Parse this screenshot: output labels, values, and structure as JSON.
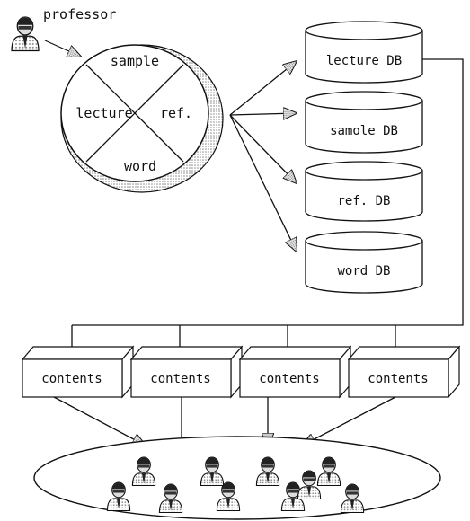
{
  "actor": {
    "label": "professor",
    "icon": "person-icon"
  },
  "circle": {
    "sections": {
      "top": "sample",
      "left": "lecture",
      "right": "ref.",
      "bottom": "word"
    }
  },
  "databases": [
    {
      "label": "lecture DB",
      "icon": "database-icon"
    },
    {
      "label": "samole DB",
      "icon": "database-icon"
    },
    {
      "label": "ref. DB",
      "icon": "database-icon"
    },
    {
      "label": "word DB",
      "icon": "database-icon"
    }
  ],
  "contents": [
    {
      "label": "contents"
    },
    {
      "label": "contents"
    },
    {
      "label": "contents"
    },
    {
      "label": "contents"
    }
  ],
  "audience": {
    "icon": "students-group-icon",
    "count": 10
  }
}
